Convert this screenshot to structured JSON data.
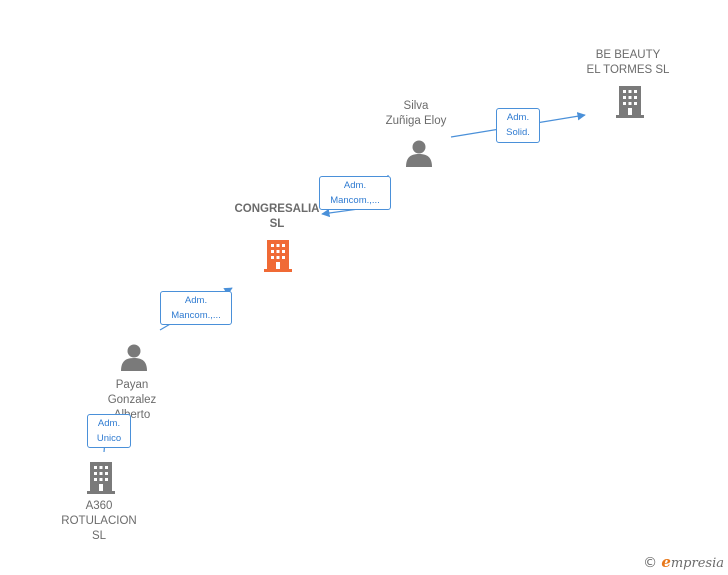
{
  "nodes": {
    "be_beauty": {
      "label": "BE BEAUTY\nEL TORMES  SL",
      "kind": "company",
      "color": "#7a7a7a"
    },
    "silva": {
      "label": "Silva\nZuñiga Eloy",
      "kind": "person",
      "color": "#7a7a7a"
    },
    "congresalia": {
      "label": "CONGRESALIA\nSL",
      "kind": "company",
      "color": "#f06a35"
    },
    "payan": {
      "label": "Payan\nGonzalez\nAlberto",
      "kind": "person",
      "color": "#7a7a7a"
    },
    "a360": {
      "label": "A360\nROTULACION\nSL",
      "kind": "company",
      "color": "#7a7a7a"
    }
  },
  "relations": {
    "silva_be": "Adm.\nSolid.",
    "silva_congresalia": "Adm.\nMancom.,...",
    "payan_congresalia": "Adm.\nMancom.,...",
    "payan_a360": "Adm.\nUnico"
  },
  "icons": {
    "company": "building-icon",
    "person": "person-icon"
  },
  "colors": {
    "edge": "#4a90d9",
    "highlight": "#f06a35",
    "node": "#7a7a7a"
  },
  "brand": {
    "copyright": "©",
    "initial": "e",
    "rest": "mpresia"
  }
}
